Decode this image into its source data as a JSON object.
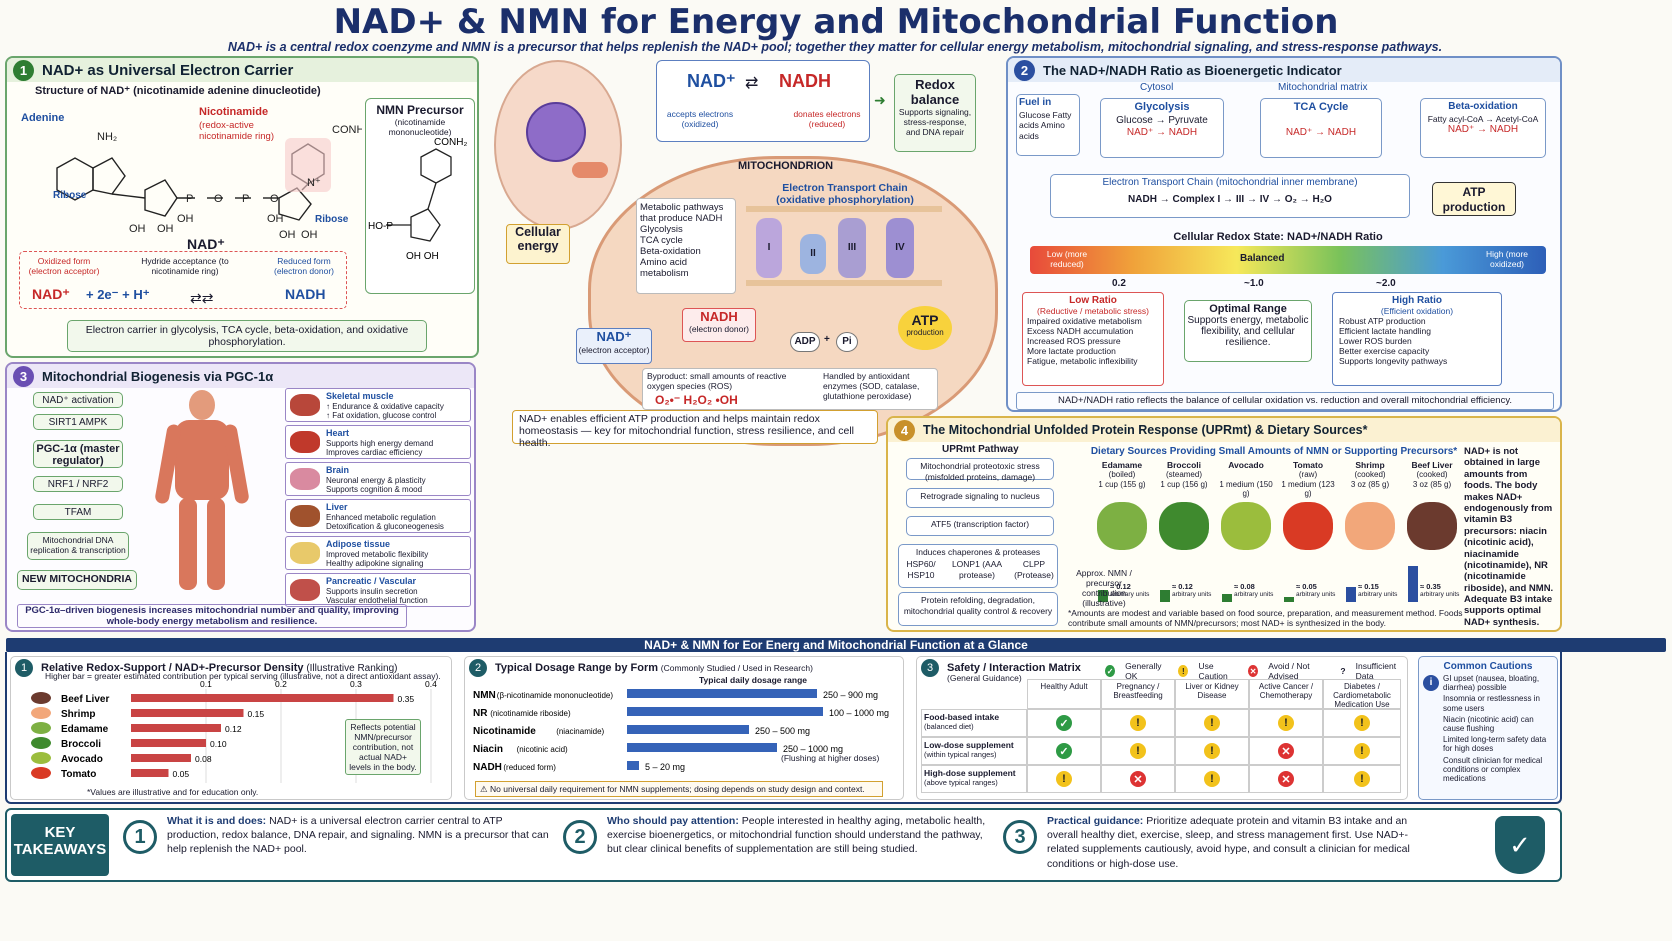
{
  "title": "NAD+ & NMN for Energy and Mitochondrial Function",
  "subtitle": "NAD+ is a central redox coenzyme and NMN is a precursor that helps replenish the NAD+ pool; together they matter for cellular energy metabolism, mitochondrial signaling, and stress-response pathways.",
  "p1": {
    "num": "1",
    "head": "NAD+ as Universal Electron Carrier",
    "struct": "Structure of NAD⁺ (nicotinamide adenine dinucleotide)",
    "adenine": "Adenine",
    "nicotinamide": "Nicotinamide",
    "redox_note": "(redox-active nicotinamide ring)",
    "ribose": "Ribose",
    "ribose2": "Ribose",
    "nad_label": "NAD⁺",
    "oxidized": "Oxidized form (electron acceptor)",
    "hydride": "Hydride acceptance (to nicotinamide ring)",
    "reduced": "Reduced form (electron donor)",
    "eq_nad": "NAD⁺",
    "eq_plus": "+ 2e⁻ + H⁺",
    "eq_nadh": "NADH",
    "nmn_title": "NMN Precursor",
    "nmn_sub": "(nicotinamide mononucleotide)",
    "carrier_note": "Electron carrier in glycolysis, TCA cycle, beta-oxidation, and oxidative phosphorylation."
  },
  "cell": {
    "nad": "NAD⁺",
    "nadh": "NADH",
    "accepts": "accepts electrons (oxidized)",
    "donates": "donates electrons (reduced)",
    "redox_title": "Redox balance",
    "redox_sub": "Supports signaling, stress-response, and DNA repair",
    "cellular_energy": "Cellular energy",
    "mito": "MITOCHONDRION",
    "etc": "Electron Transport Chain (oxidative phosphorylation)",
    "pathways_title": "Metabolic pathways that produce NADH",
    "pathways": [
      "Glycolysis",
      "TCA cycle",
      "Beta-oxidation",
      "Amino acid metabolism"
    ],
    "nadh_box": "NADH",
    "nadh_sub": "(electron donor)",
    "nad_box": "NAD⁺",
    "nad_sub": "(electron acceptor)",
    "adp": "ADP",
    "pi": "Pi",
    "atp": "ATP",
    "atp_sub": "production",
    "byproduct": "Byproduct: small amounts of reactive oxygen species (ROS)",
    "ros": "O₂•⁻   H₂O₂   •OH",
    "handled": "Handled by antioxidant enzymes (SOD, catalase, glutathione peroxidase)",
    "efficient": "NAD+ enables efficient ATP production and helps maintain redox homeostasis — key for mitochondrial function, stress resilience, and cell health.",
    "complexes": [
      "I",
      "II",
      "III",
      "IV"
    ]
  },
  "p2": {
    "num": "2",
    "head": "The NAD+/NADH Ratio as Bioenergetic Indicator",
    "fuel_title": "Fuel in",
    "fuel": "Glucose Fatty acids Amino acids",
    "cytosol": "Cytosol",
    "matrix": "Mitochondrial matrix",
    "glycolysis": "Glycolysis",
    "glu": "Glucose → Pyruvate",
    "nad_nadh": "NAD⁺ → NADH",
    "tca": "TCA Cycle",
    "beta": "Beta-oxidation",
    "beta_sub": "Fatty acyl-CoA → Acetyl-CoA",
    "etc_title": "Electron Transport Chain (mitochondrial inner membrane)",
    "etc_chain": "NADH → Complex I → III → IV → O₂ → H₂O",
    "atp": "ATP production",
    "state": "Cellular Redox State: NAD+/NADH Ratio",
    "low": "Low (more reduced)",
    "balanced": "Balanced",
    "high": "High (more oxidized)",
    "ticks": [
      "0.2",
      "~1.0",
      "~2.0"
    ],
    "low_title": "Low Ratio",
    "low_sub": "(Reductive / metabolic stress)",
    "low_items": [
      "Impaired oxidative metabolism",
      "Excess NADH accumulation",
      "Increased ROS pressure",
      "More lactate production",
      "Fatigue, metabolic inflexibility"
    ],
    "opt_title": "Optimal Range",
    "opt_text": "Supports energy, metabolic flexibility, and cellular resilience.",
    "high_title": "High Ratio",
    "high_sub": "(Efficient oxidation)",
    "high_items": [
      "Robust ATP production",
      "Efficient lactate handling",
      "Lower ROS burden",
      "Better exercise capacity",
      "Supports longevity pathways"
    ],
    "footer": "NAD+/NADH ratio reflects the balance of cellular oxidation vs. reduction and overall mitochondrial efficiency."
  },
  "p3": {
    "num": "3",
    "head": "Mitochondrial Biogenesis via PGC-1α",
    "chain": [
      "NAD⁺ activation",
      "SIRT1   AMPK",
      "PGC-1α (master regulator)",
      "NRF1 / NRF2",
      "TFAM",
      "Mitochondrial DNA replication & transcription",
      "NEW MITOCHONDRIA"
    ],
    "organs": [
      {
        "name": "Skeletal muscle",
        "a": "↑ Endurance & oxidative capacity",
        "b": "↑ Fat oxidation, glucose control"
      },
      {
        "name": "Heart",
        "a": "Supports high energy demand",
        "b": "Improves cardiac efficiency"
      },
      {
        "name": "Brain",
        "a": "Neuronal energy & plasticity",
        "b": "Supports cognition & mood"
      },
      {
        "name": "Liver",
        "a": "Enhanced metabolic regulation",
        "b": "Detoxification & gluconeogenesis"
      },
      {
        "name": "Adipose tissue",
        "a": "Improved metabolic flexibility",
        "b": "Healthy adipokine signaling"
      },
      {
        "name": "Pancreatic / Vascular",
        "a": "Supports insulin secretion",
        "b": "Vascular endothelial function"
      }
    ],
    "footer": "PGC-1α–driven biogenesis increases mitochondrial number and quality, improving whole-body energy metabolism and resilience."
  },
  "p4": {
    "num": "4",
    "head": "The Mitochondrial Unfolded Protein Response (UPRmt) & Dietary Sources*",
    "pathway": "UPRmt Pathway",
    "steps": [
      "Mitochondrial proteotoxic stress (misfolded proteins, damage)",
      "Retrograde signaling to nucleus",
      "ATF5 (transcription factor)",
      "Induces chaperones & proteases",
      "Protein refolding, degradation, mitochondrial quality control & recovery"
    ],
    "chaperones": [
      "HSP60/ HSP10",
      "LONP1 (AAA protease)",
      "CLPP (Protease)"
    ],
    "diet_title": "Dietary Sources Providing Small Amounts of NMN or Supporting Precursors*",
    "foods": [
      {
        "name": "Edamame",
        "prep": "(boiled)",
        "qty": "1 cup (155 g)",
        "val": "≈ 0.12",
        "color": "#7db043"
      },
      {
        "name": "Broccoli",
        "prep": "(steamed)",
        "qty": "1 cup (156 g)",
        "val": "≈ 0.12",
        "color": "#3f8a2e"
      },
      {
        "name": "Avocado",
        "prep": "",
        "qty": "1 medium (150 g)",
        "val": "≈ 0.08",
        "color": "#9bbd3d"
      },
      {
        "name": "Tomato",
        "prep": "(raw)",
        "qty": "1 medium (123 g)",
        "val": "≈ 0.05",
        "color": "#d93a24"
      },
      {
        "name": "Shrimp",
        "prep": "(cooked)",
        "qty": "3 oz (85 g)",
        "val": "≈ 0.15",
        "color": "#f2a77a"
      },
      {
        "name": "Beef Liver",
        "prep": "(cooked)",
        "qty": "3 oz (85 g)",
        "val": "≈ 0.35",
        "color": "#6b3a2e"
      }
    ],
    "approx": "Approx. NMN / precursor contribution (illustrative)",
    "arb": "arbitrary units",
    "note": "*Amounts are modest and variable based on food source, preparation, and measurement method. Foods contribute small amounts of NMN/precursors; most NAD+ is synthesized in the body.",
    "side": "NAD+ is not obtained in large amounts from foods. The body makes NAD+ endogenously from vitamin B3 precursors: niacin (nicotinic acid), niacinamide (nicotinamide), NR (nicotinamide riboside), and NMN. Adequate B3 intake supports optimal NAD+ synthesis."
  },
  "glance": "NAD+ & NMN for Eor Energ and Mitochondrial Function at a Glance",
  "g1": {
    "num": "1",
    "head": "Relative Redox-Support / NAD+-Precursor Density",
    "head2": "(Illustrative Ranking)",
    "sub": "Higher bar = greater estimated contribution per typical serving (illustrative, not a direct antioxidant assay).",
    "axis": [
      "0.1",
      "0.2",
      "0.3",
      "0.4"
    ],
    "rows": [
      {
        "name": "Beef Liver",
        "v": 0.35,
        "label": "0.35"
      },
      {
        "name": "Shrimp",
        "v": 0.15,
        "label": "0.15"
      },
      {
        "name": "Edamame",
        "v": 0.12,
        "label": "0.12"
      },
      {
        "name": "Broccoli",
        "v": 0.1,
        "label": "0.10"
      },
      {
        "name": "Avocado",
        "v": 0.08,
        "label": "0.08"
      },
      {
        "name": "Tomato",
        "v": 0.05,
        "label": "0.05"
      }
    ],
    "callout": "Reflects potential NMN/precursor contribution, not actual NAD+ levels in the body.",
    "foot": "*Values are illustrative and for education only."
  },
  "g2": {
    "num": "2",
    "head": "Typical Dosage Range by Form",
    "head2": "(Commonly Studied / Used in Research)",
    "axis_title": "Typical daily dosage range",
    "rows": [
      {
        "name": "NMN",
        "sub": "(β-nicotinamide mononucleotide)",
        "range": "250 – 900 mg"
      },
      {
        "name": "NR",
        "sub": "(nicotinamide riboside)",
        "range": "100 – 1000 mg"
      },
      {
        "name": "Nicotinamide",
        "sub": "(niacinamide)",
        "range": "250 – 500 mg"
      },
      {
        "name": "Niacin",
        "sub": "(nicotinic acid)",
        "range": "250 – 1000 mg"
      },
      {
        "name": "NADH",
        "sub": "(reduced form)",
        "range": "5 – 20 mg"
      }
    ],
    "flush": "(Flushing at higher doses)",
    "warn": "No universal daily requirement for NMN supplements; dosing depends on study design and context."
  },
  "g3": {
    "num": "3",
    "head": "Safety / Interaction Matrix",
    "sub": "(General Guidance)",
    "legend": [
      "Generally OK",
      "Use Caution",
      "Avoid / Not Advised",
      "Insufficient Data"
    ],
    "cols": [
      "Healthy Adult",
      "Pregnancy / Breastfeeding",
      "Liver or Kidney Disease",
      "Active Cancer / Chemotherapy",
      "Diabetes / Cardiometabolic Medication Use"
    ],
    "rows": [
      {
        "name": "Food-based intake",
        "sub": "(balanced diet)",
        "cells": [
          "ok",
          "c",
          "c",
          "c",
          "c"
        ]
      },
      {
        "name": "Low-dose supplement",
        "sub": "(within typical ranges)",
        "cells": [
          "ok",
          "c",
          "c",
          "x",
          "c"
        ]
      },
      {
        "name": "High-dose supplement",
        "sub": "(above typical ranges)",
        "cells": [
          "c",
          "x",
          "c",
          "x",
          "c"
        ]
      }
    ]
  },
  "cautions": {
    "title": "Common Cautions",
    "items": [
      "GI upset (nausea, bloating, diarrhea) possible",
      "Insomnia or restlessness in some users",
      "Niacin (nicotinic acid) can cause flushing",
      "Limited long-term safety data for high doses",
      "Consult clinician for medical conditions or complex medications"
    ]
  },
  "key": {
    "label": "KEY TAKEAWAYS",
    "items": [
      {
        "n": "1",
        "b": "What it is and does:",
        "t": " NAD+ is a universal electron carrier central to ATP production, redox balance, DNA repair, and signaling. NMN is a precursor that can help replenish the NAD+ pool."
      },
      {
        "n": "2",
        "b": "Who should pay attention:",
        "t": " People interested in healthy aging, metabolic health, exercise bioenergetics, or mitochondrial function should understand the pathway, but clear clinical benefits of supplementation are still being studied."
      },
      {
        "n": "3",
        "b": "Practical guidance:",
        "t": " Prioritize adequate protein and vitamin B3 intake and an overall healthy diet, exercise, sleep, and stress management first. Use NAD+-related supplements cautiously, avoid hype, and consult a clinician for medical conditions or high-dose use."
      }
    ]
  },
  "colors": {
    "navy": "#1b2f6b",
    "green": "#2e7d32",
    "red": "#c62828",
    "bar": "#c94444",
    "dose": "#3563b8"
  }
}
